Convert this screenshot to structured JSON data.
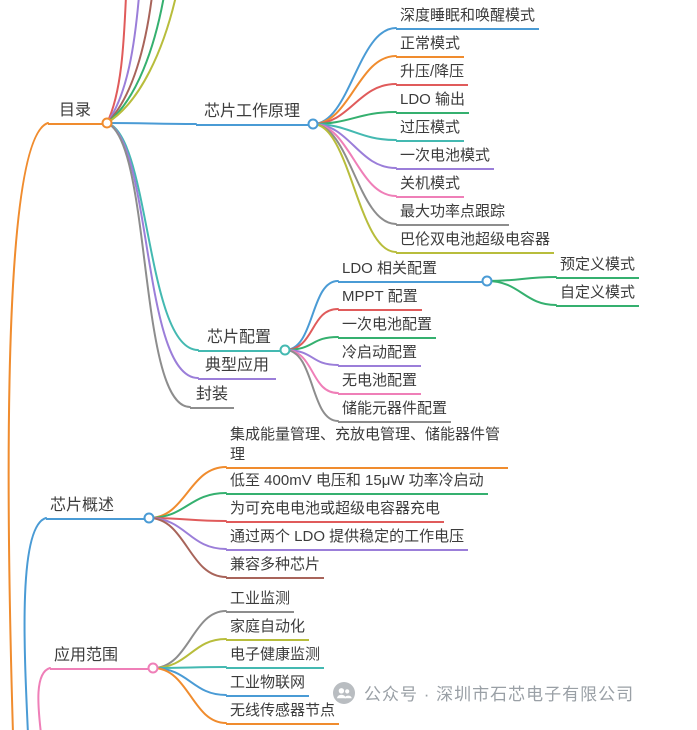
{
  "palette": {
    "orange": "#f08c2e",
    "blue": "#4a9bd5",
    "red": "#e05b5b",
    "green": "#35b06f",
    "teal": "#44b9b1",
    "purple": "#9b7ed9",
    "pink": "#ef7fb8",
    "gray": "#8d8d8d",
    "olive": "#b8bd3c",
    "brown": "#a8645a",
    "topic_text": "#3c3c3c",
    "watermark_text": "#9aa0a6"
  },
  "map": {
    "toc": {
      "label": "目录",
      "children": [
        {
          "label": "芯片工作原理",
          "children": [
            {
              "label": "深度睡眠和唤醒模式"
            },
            {
              "label": "正常模式"
            },
            {
              "label": "升压/降压"
            },
            {
              "label": "LDO 输出"
            },
            {
              "label": "过压模式"
            },
            {
              "label": "一次电池模式"
            },
            {
              "label": "关机模式"
            },
            {
              "label": "最大功率点跟踪"
            },
            {
              "label": "巴伦双电池超级电容器"
            }
          ]
        },
        {
          "label": "芯片配置",
          "children": [
            {
              "label": "LDO 相关配置",
              "children": [
                {
                  "label": "预定义模式"
                },
                {
                  "label": "自定义模式"
                }
              ]
            },
            {
              "label": "MPPT 配置"
            },
            {
              "label": "一次电池配置"
            },
            {
              "label": "冷启动配置"
            },
            {
              "label": "无电池配置"
            },
            {
              "label": "储能元器件配置"
            }
          ]
        },
        {
          "label": "典型应用"
        },
        {
          "label": "封装"
        }
      ]
    },
    "overview": {
      "label": "芯片概述",
      "children": [
        {
          "label": "集成能量管理、充放电管理、储能器件管理"
        },
        {
          "label": "低至 400mV 电压和 15μW 功率冷启动"
        },
        {
          "label": "为可充电电池或超级电容器充电"
        },
        {
          "label": "通过两个 LDO 提供稳定的工作电压"
        },
        {
          "label": "兼容多种芯片"
        }
      ]
    },
    "scope": {
      "label": "应用范围",
      "children": [
        {
          "label": "工业监测"
        },
        {
          "label": "家庭自动化"
        },
        {
          "label": "电子健康监测"
        },
        {
          "label": "工业物联网"
        },
        {
          "label": "无线传感器节点"
        }
      ]
    }
  },
  "watermark": {
    "icon": "people-icon",
    "text": "公众号 · 深圳市石芯电子有限公司"
  }
}
